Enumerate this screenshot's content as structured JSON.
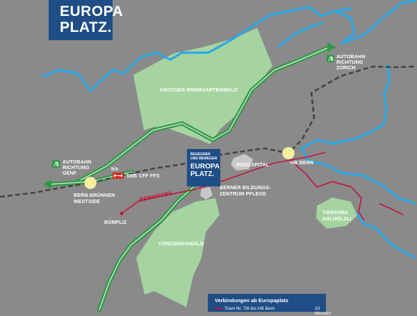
{
  "logo": {
    "line1": "EUROPA",
    "line2": "PLATZ."
  },
  "center_logo": {
    "tag1": "BEGEGNEN",
    "tag2": "UND BEWEGEN",
    "line1": "EUROPA",
    "line2": "PLATZ."
  },
  "places": {
    "forest_bremgarten": "GROSSER BREMGARTENWALD",
    "forest_koeniz": "KÖNIZBERGWALD",
    "tierpark_1": "TIERPARK",
    "tierpark_2": "DÄLHÖLZLI",
    "inselspital": "INSELSPITAL",
    "hb_bern": "HB BERN",
    "bern_bruennen_1": "BERN-BRÜNNEN",
    "bern_bruennen_2": "WESTSIDE",
    "buempliz": "BÜMPLIZ",
    "bildung_1": "BERNER BILDUNGS-",
    "bildung_2": "ZENTRUM PFLEGE",
    "bernmobil": "BERNMOBIL"
  },
  "motorways": {
    "genf": [
      "AUTOBAHN",
      "RICHTUNG",
      "GENF"
    ],
    "zuerich": [
      "AUTOBAHN",
      "RICHTUNG",
      "ZÜRICH"
    ]
  },
  "rail_logos": {
    "bls": "bls",
    "sbb": "SBB CFF FFS"
  },
  "legend": {
    "title": "Verbindungen ab Europaplatz",
    "rows": [
      {
        "label": "Tram Nr. 7/8 bis HB Bern",
        "duration": "10 Minuten"
      }
    ]
  },
  "colors": {
    "background": "#8a8a8a",
    "forest": "#a5d4a0",
    "river": "#2aa8e6",
    "motorway": "#2e9a48",
    "tram": "#c0143c",
    "rail": "#444444",
    "station": "#f4ef9c",
    "brand": "#1f4d86"
  }
}
